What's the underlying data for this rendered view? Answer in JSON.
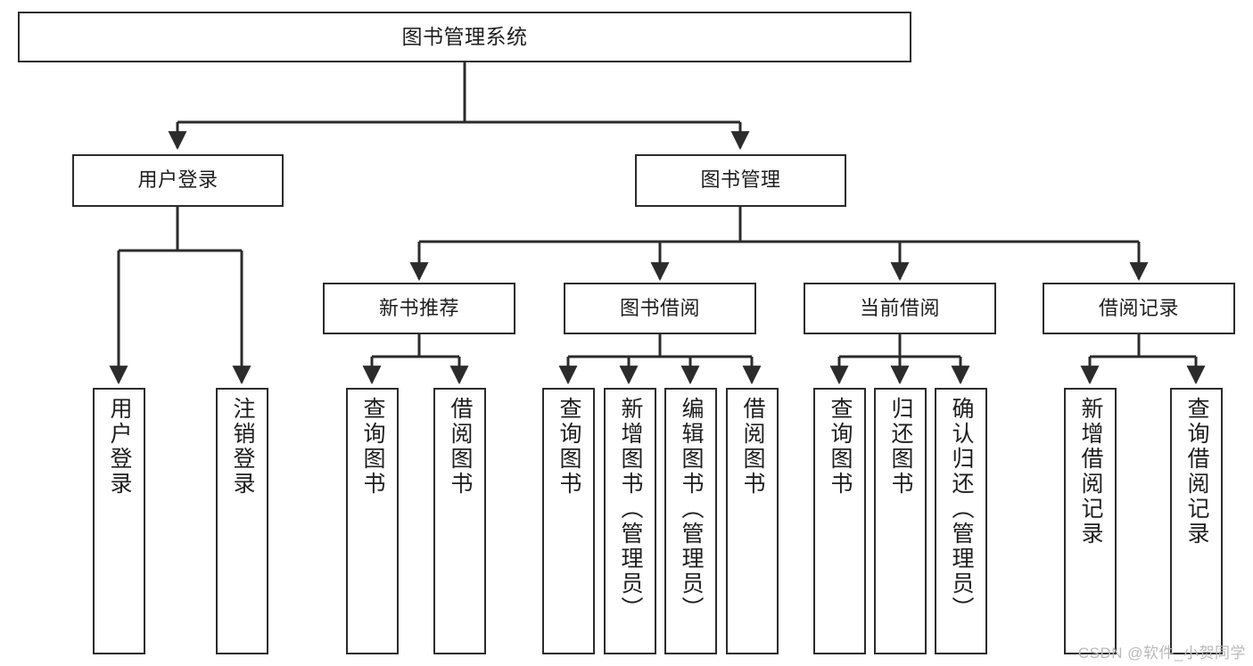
{
  "diagram": {
    "type": "tree",
    "title": "图书管理系统",
    "background_color": "#ffffff",
    "line_color": "#2b2b2b",
    "text_color": "#1e1e1e",
    "root": {
      "id": "root",
      "label": "图书管理系统"
    },
    "level2": [
      {
        "id": "user-login",
        "label": "用户登录"
      },
      {
        "id": "book-manage",
        "label": "图书管理"
      }
    ],
    "level3": [
      {
        "id": "new-book-recommend",
        "label": "新书推荐",
        "parent": "book-manage"
      },
      {
        "id": "book-borrow",
        "label": "图书借阅",
        "parent": "book-manage"
      },
      {
        "id": "current-borrow",
        "label": "当前借阅",
        "parent": "book-manage"
      },
      {
        "id": "borrow-record",
        "label": "借阅记录",
        "parent": "book-manage"
      }
    ],
    "leaves": [
      {
        "id": "leaf-user-login",
        "label": "用户登录",
        "parent": "user-login"
      },
      {
        "id": "leaf-logout",
        "label": "注销登录",
        "parent": "user-login"
      },
      {
        "id": "leaf-query-book-1",
        "label": "查询图书",
        "parent": "new-book-recommend"
      },
      {
        "id": "leaf-borrow-book-1",
        "label": "借阅图书",
        "parent": "new-book-recommend"
      },
      {
        "id": "leaf-query-book-2",
        "label": "查询图书",
        "parent": "book-borrow"
      },
      {
        "id": "leaf-add-book",
        "label": "新增图书（管理员）",
        "parent": "book-borrow"
      },
      {
        "id": "leaf-edit-book",
        "label": "编辑图书（管理员）",
        "parent": "book-borrow"
      },
      {
        "id": "leaf-borrow-book-2",
        "label": "借阅图书",
        "parent": "book-borrow"
      },
      {
        "id": "leaf-query-book-3",
        "label": "查询图书",
        "parent": "current-borrow"
      },
      {
        "id": "leaf-return-book",
        "label": "归还图书",
        "parent": "current-borrow"
      },
      {
        "id": "leaf-confirm-return",
        "label": "确认归还（管理员）",
        "parent": "current-borrow"
      },
      {
        "id": "leaf-add-record",
        "label": "新增借阅记录",
        "parent": "borrow-record"
      },
      {
        "id": "leaf-query-record",
        "label": "查询借阅记录",
        "parent": "borrow-record"
      }
    ]
  },
  "watermark": {
    "text": "CSDN @软件_小贺同学"
  }
}
